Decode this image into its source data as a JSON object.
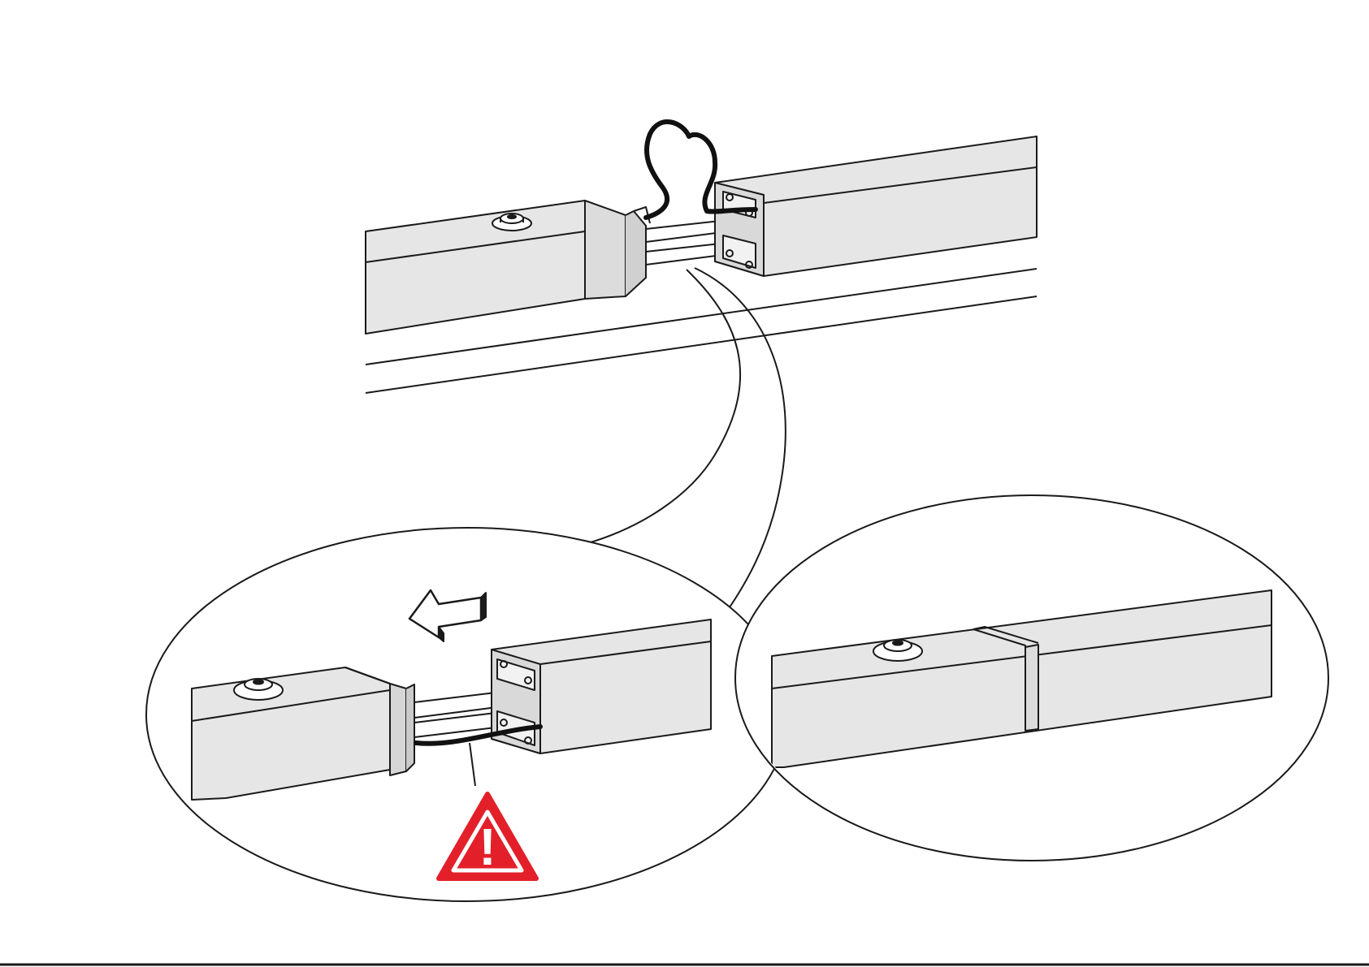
{
  "diagram": {
    "steps": [
      {
        "id": "overview",
        "description_visible": false
      },
      {
        "id": "detail-pull-apart",
        "description_visible": false
      },
      {
        "id": "detail-joined",
        "description_visible": false
      }
    ],
    "warning_symbol": "!",
    "icons": {
      "warning": "warning-triangle-icon",
      "direction": "arrow-left-icon"
    },
    "colors": {
      "profile_fill": "#e6e6e6",
      "line": "#1a1a1a",
      "cable": "#111111",
      "warning_red": "#e3202a",
      "background": "#ffffff",
      "arrow_fill": "#ffffff"
    }
  }
}
